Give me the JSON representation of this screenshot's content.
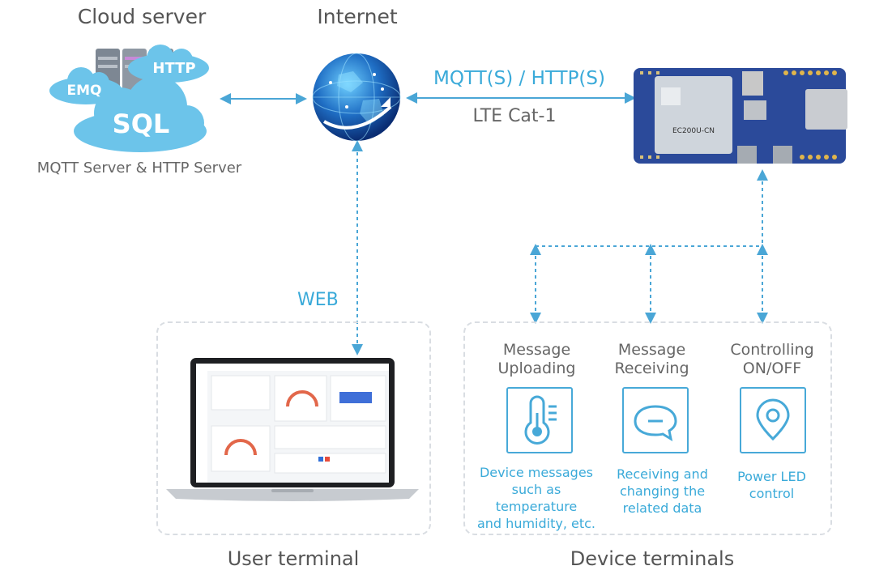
{
  "labels": {
    "cloud_server": "Cloud server",
    "internet": "Internet",
    "server_caption": "MQTT Server & HTTP Server",
    "protocol": "MQTT(S) / HTTP(S)",
    "network": "LTE Cat-1",
    "web": "WEB",
    "user_terminal": "User terminal",
    "device_terminals": "Device terminals"
  },
  "cloud": {
    "tags": [
      "EMQ",
      "SQL",
      "HTTP"
    ]
  },
  "board": {
    "module_text": "EC200U-CN"
  },
  "functions": [
    {
      "title_lines": [
        "Message",
        "Uploading"
      ],
      "icon": "thermometer-icon",
      "desc_lines": [
        "Device messages",
        "such as temperature",
        "and humidity, etc."
      ]
    },
    {
      "title_lines": [
        "Message",
        "Receiving"
      ],
      "icon": "chat-bubble-icon",
      "desc_lines": [
        "Receiving and",
        "changing the",
        "related data"
      ]
    },
    {
      "title_lines": [
        "Controlling",
        "ON/OFF"
      ],
      "icon": "location-pin-icon",
      "desc_lines": [
        "Power LED",
        "control"
      ]
    }
  ],
  "colors": {
    "accent": "#3aaad9",
    "arrow": "#4aa6d6",
    "board": "#2b4a9a",
    "cloud": "#6cc4ea",
    "dash_border": "#d9dde2"
  }
}
